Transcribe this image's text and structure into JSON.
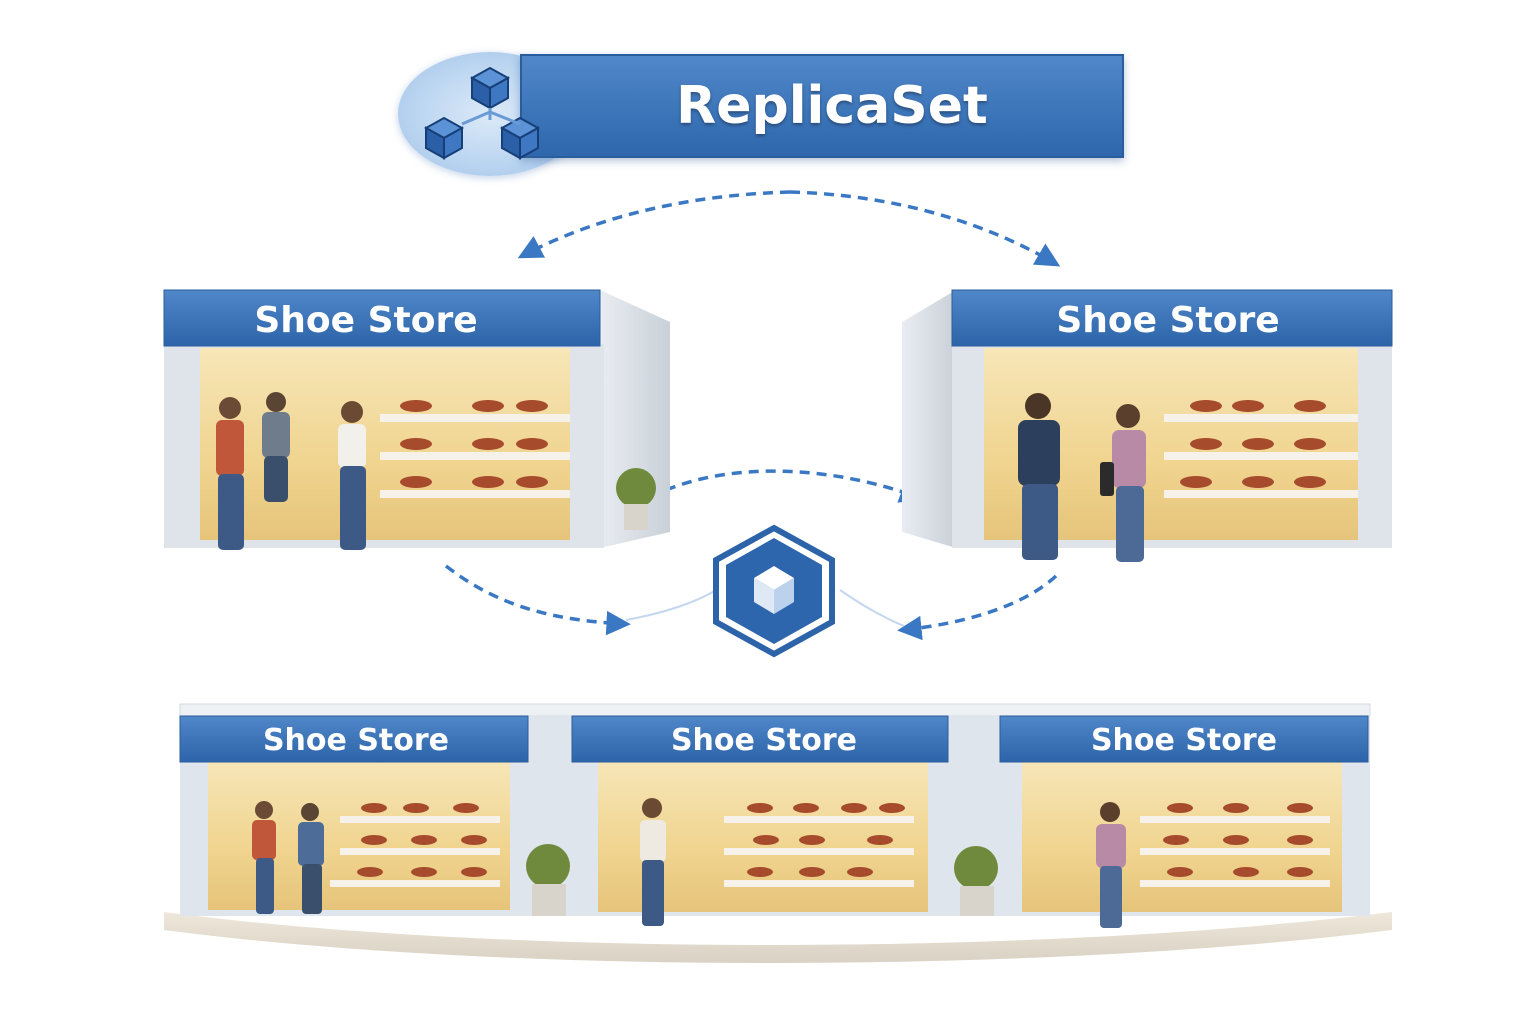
{
  "title": "ReplicaSet",
  "icons": {
    "replicaset": "replicaset-cubes-icon",
    "pod": "cube-hexagon-icon"
  },
  "colors": {
    "brand_blue": "#3a72b8",
    "arrow_blue": "#3a78c4",
    "interior_warm": "#f3d99a",
    "background": "#ffffff"
  },
  "stores": [
    {
      "sign": "Shoe Store"
    },
    {
      "sign": "Shoe Store"
    },
    {
      "sign": "Shoe Store"
    },
    {
      "sign": "Shoe Store"
    },
    {
      "sign": "Shoe Store"
    }
  ]
}
